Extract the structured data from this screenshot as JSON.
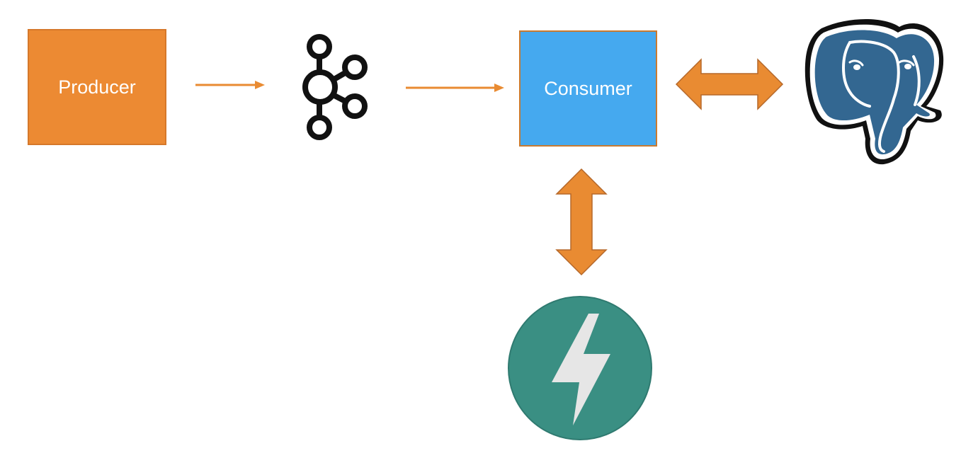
{
  "diagram": {
    "producer": {
      "label": "Producer",
      "color": "#ec8a33"
    },
    "consumer": {
      "label": "Consumer",
      "color": "#45a9ef"
    },
    "arrow_color": "#e98b32",
    "icons": {
      "broker": "kafka-logo-icon",
      "database": "postgresql-elephant-icon",
      "api": "fastapi-lightning-icon"
    },
    "edges": [
      {
        "from": "producer",
        "to": "broker",
        "style": "one-way"
      },
      {
        "from": "broker",
        "to": "consumer",
        "style": "one-way"
      },
      {
        "from": "consumer",
        "to": "database",
        "style": "two-way"
      },
      {
        "from": "consumer",
        "to": "api",
        "style": "two-way"
      }
    ]
  }
}
